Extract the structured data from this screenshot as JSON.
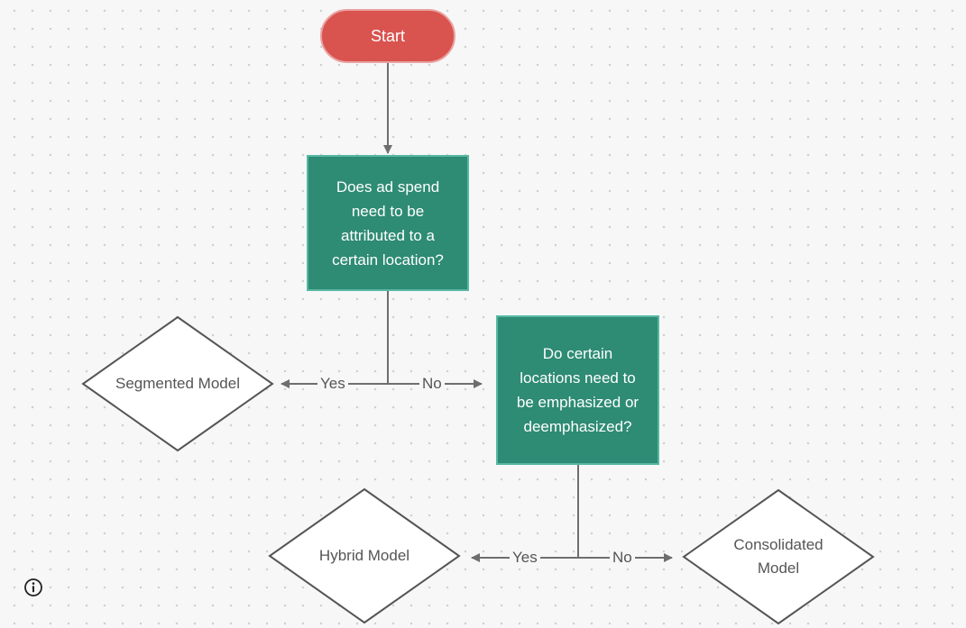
{
  "flowchart": {
    "start": "Start",
    "q1": {
      "text": "Does ad spend need to be attributed to a certain location?",
      "yes_label": "Yes",
      "no_label": "No"
    },
    "q2": {
      "text": "Do certain locations need to be emphasized or deemphasized?",
      "yes_label": "Yes",
      "no_label": "No"
    },
    "outcomes": {
      "segmented": "Segmented Model",
      "hybrid": "Hybrid Model",
      "consolidated": "Consolidated Model"
    }
  },
  "colors": {
    "start_fill": "#d9534f",
    "decision_fill": "#2e8b74",
    "connector": "#6e6e6e"
  },
  "icons": {
    "info": "info-circle-icon"
  }
}
